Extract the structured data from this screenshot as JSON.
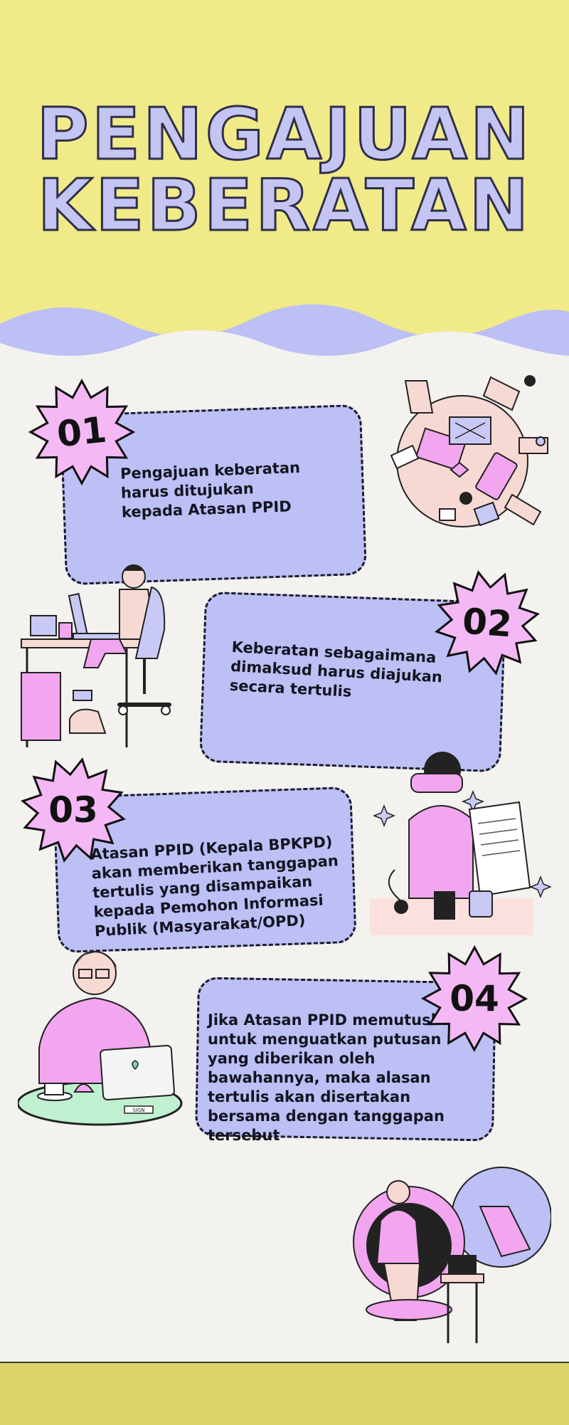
{
  "title": {
    "line1": "PENGAJUAN",
    "line2": "KEBERATAN"
  },
  "steps": [
    {
      "number": "01",
      "text": "Pengajuan keberatan harus ditujukan kepada Atasan PPID"
    },
    {
      "number": "02",
      "text": "Keberatan sebagaimana dimaksud harus diajukan secara tertulis"
    },
    {
      "number": "03",
      "text": "Atasan PPID (Kepala BPKPD) akan memberikan tanggapan tertulis yang disampaikan kepada Pemohon Informasi Publik (Masyarakat/OPD)"
    },
    {
      "number": "04",
      "text": "Jika Atasan PPID memutuskan untuk menguatkan putusan yang diberikan oleh bawahannya, maka alasan tertulis akan disertakan bersama dengan tanggapan tersebut"
    }
  ],
  "illustrations": {
    "laptop_sticker": "SIGN"
  },
  "colors": {
    "header_yellow": "#f1ea88",
    "wave_lavender": "#bcc0f5",
    "card_lavender": "#bcc0f5",
    "badge_pink": "#f4b8f5",
    "accent_pink": "#f2a6ef",
    "footer_yellow": "#dcd36a",
    "background": "#f4f2ee"
  }
}
